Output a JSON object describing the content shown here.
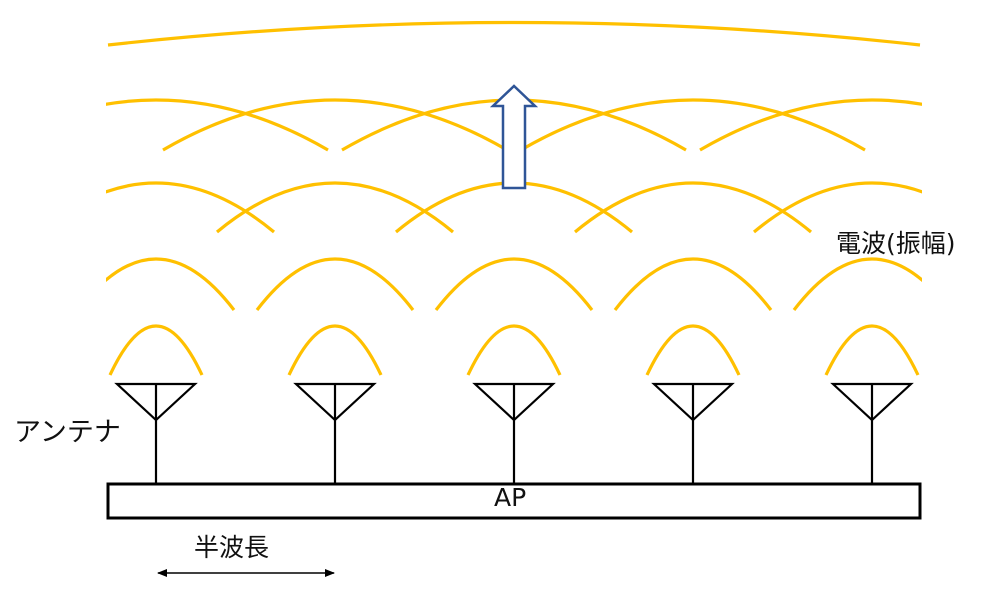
{
  "labels": {
    "antenna": "アンテナ",
    "wave": "電波(振幅)",
    "half_wavelength": "半波長",
    "ap": "AP"
  },
  "diagram": {
    "antenna_count": 5,
    "wave_rows": 5,
    "propagation_direction": "up"
  },
  "colors": {
    "wave": "#FFC000",
    "arrow_stroke": "#2F5597",
    "line": "#000000"
  }
}
